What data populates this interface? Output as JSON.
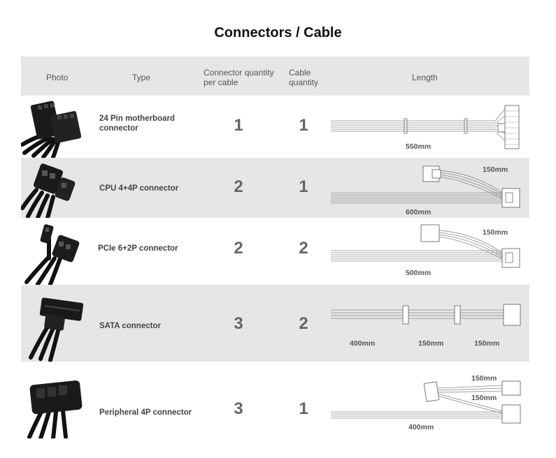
{
  "title": "Connectors / Cable",
  "header": {
    "photo": "Photo",
    "type": "Type",
    "connector_qty_l1": "Connector quantity",
    "connector_qty_l2": "per cable",
    "cable_qty_l1": "Cable",
    "cable_qty_l2": "quantity",
    "length": "Length"
  },
  "rows": [
    {
      "type_l1": "24 Pin motherboard",
      "type_l2": "connector",
      "connector_qty": "1",
      "cable_qty": "1",
      "lengths": [
        "550mm"
      ],
      "icon": "24-pin-connector-icon"
    },
    {
      "type_l1": "CPU 4+4P connector",
      "connector_qty": "2",
      "cable_qty": "1",
      "lengths": [
        "600mm",
        "150mm"
      ],
      "icon": "cpu-connector-icon"
    },
    {
      "type_l1": "PCIe 6+2P connector",
      "connector_qty": "2",
      "cable_qty": "2",
      "lengths": [
        "500mm",
        "150mm"
      ],
      "icon": "pcie-connector-icon"
    },
    {
      "type_l1": "SATA connector",
      "connector_qty": "3",
      "cable_qty": "2",
      "lengths": [
        "400mm",
        "150mm",
        "150mm"
      ],
      "icon": "sata-connector-icon"
    },
    {
      "type_l1": "Peripheral 4P connector",
      "connector_qty": "3",
      "cable_qty": "1",
      "lengths": [
        "400mm",
        "150mm",
        "150mm"
      ],
      "icon": "peripheral-connector-icon"
    }
  ]
}
